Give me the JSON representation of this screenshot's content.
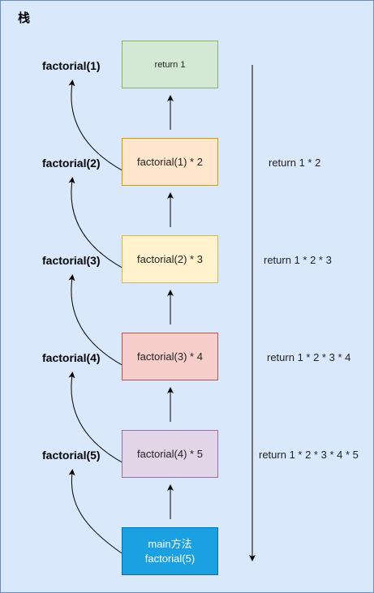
{
  "title": "栈",
  "colors": {
    "background": "#dae8fc",
    "border": "#6c8ebf",
    "frame1_fill": "#d5e8d4",
    "frame1_stroke": "#82b366",
    "frame2_fill": "#ffe6cc",
    "frame2_stroke": "#d79b00",
    "frame3_fill": "#fff2cc",
    "frame3_stroke": "#d6b656",
    "frame4_fill": "#f8cecc",
    "frame4_stroke": "#b85450",
    "frame5_fill": "#e1d5e7",
    "frame5_stroke": "#9673a6",
    "main_fill": "#1ba1e2",
    "main_stroke": "#006eaf"
  },
  "frames": [
    {
      "box": "return 1",
      "label": "factorial(1)",
      "return": ""
    },
    {
      "box": "factorial(1) * 2",
      "label": "factorial(2)",
      "return": "return 1 * 2"
    },
    {
      "box": "factorial(2) * 3",
      "label": "factorial(3)",
      "return": "return 1 * 2 * 3"
    },
    {
      "box": "factorial(3) * 4",
      "label": "factorial(4)",
      "return": "return 1 * 2 * 3 * 4"
    },
    {
      "box": "factorial(4) * 5",
      "label": "factorial(5)",
      "return": "return 1 * 2 * 3 * 4 * 5"
    }
  ],
  "main": {
    "line1": "main方法",
    "line2": "factorial(5)"
  }
}
